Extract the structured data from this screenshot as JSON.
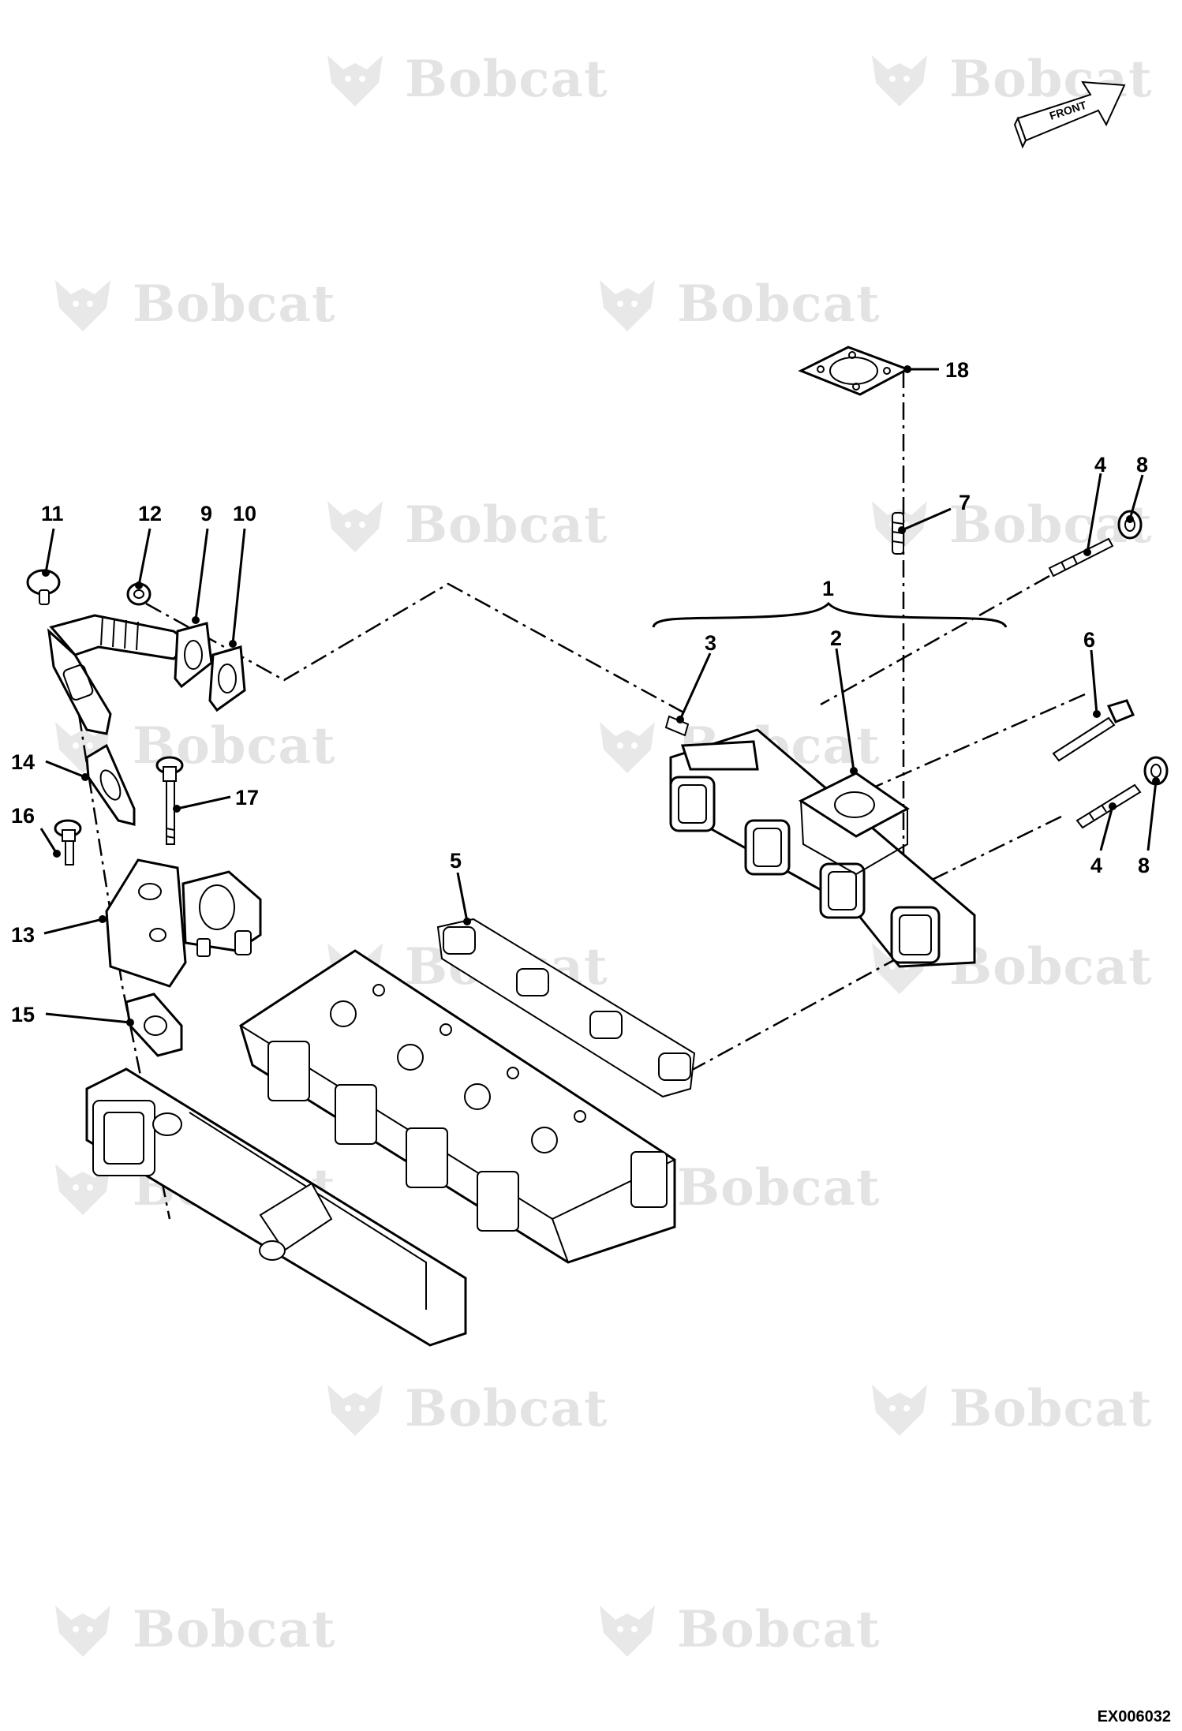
{
  "watermark": {
    "text": "Bobcat"
  },
  "orientation_arrow": {
    "label": "FRONT"
  },
  "drawing_code": "EX006032",
  "callouts": [
    {
      "id": "c18",
      "label": "18"
    },
    {
      "id": "c7",
      "label": "7"
    },
    {
      "id": "c4a",
      "label": "4"
    },
    {
      "id": "c8a",
      "label": "8"
    },
    {
      "id": "c1",
      "label": "1"
    },
    {
      "id": "c3",
      "label": "3"
    },
    {
      "id": "c2",
      "label": "2"
    },
    {
      "id": "c6",
      "label": "6"
    },
    {
      "id": "c4b",
      "label": "4"
    },
    {
      "id": "c8b",
      "label": "8"
    },
    {
      "id": "c5",
      "label": "5"
    },
    {
      "id": "c11",
      "label": "11"
    },
    {
      "id": "c12",
      "label": "12"
    },
    {
      "id": "c9",
      "label": "9"
    },
    {
      "id": "c10",
      "label": "10"
    },
    {
      "id": "c14",
      "label": "14"
    },
    {
      "id": "c17",
      "label": "17"
    },
    {
      "id": "c16",
      "label": "16"
    },
    {
      "id": "c13",
      "label": "13"
    },
    {
      "id": "c15",
      "label": "15"
    }
  ]
}
